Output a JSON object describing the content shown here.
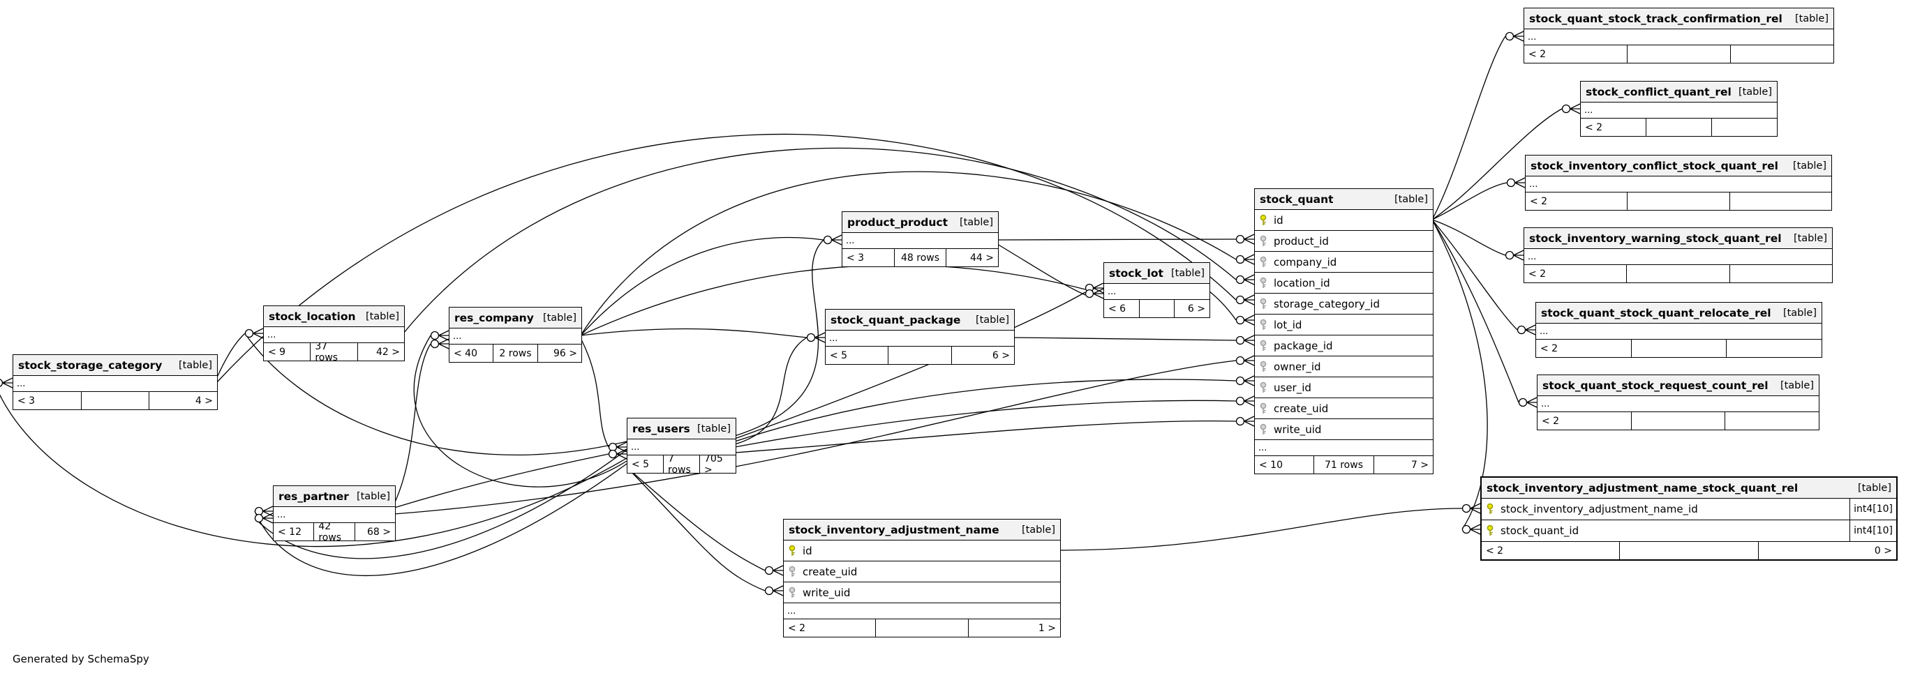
{
  "diagram": {
    "generator_note": "Generated by SchemaSpy",
    "colors": {
      "primary_key": "#e3e300",
      "foreign_key": "#d4d4d4",
      "header_bg": "#f2f2f2",
      "line": "#000000"
    }
  },
  "tables": [
    {
      "name": "stock_storage_category",
      "badge": "[table]",
      "ellipsis": "...",
      "footer": [
        "< 3",
        "",
        "4 >"
      ]
    },
    {
      "name": "stock_location",
      "badge": "[table]",
      "ellipsis": "...",
      "footer": [
        "< 9",
        "37 rows",
        "42 >"
      ]
    },
    {
      "name": "res_company",
      "badge": "[table]",
      "ellipsis": "...",
      "footer": [
        "< 40",
        "2 rows",
        "96 >"
      ]
    },
    {
      "name": "res_users",
      "badge": "[table]",
      "ellipsis": "...",
      "footer": [
        "< 5",
        "7 rows",
        "705 >"
      ]
    },
    {
      "name": "res_partner",
      "badge": "[table]",
      "ellipsis": "...",
      "footer": [
        "< 12",
        "42 rows",
        "68 >"
      ]
    },
    {
      "name": "product_product",
      "badge": "[table]",
      "ellipsis": "...",
      "footer": [
        "< 3",
        "48 rows",
        "44 >"
      ]
    },
    {
      "name": "stock_quant_package",
      "badge": "[table]",
      "ellipsis": "...",
      "footer": [
        "< 5",
        "",
        "6 >"
      ]
    },
    {
      "name": "stock_lot",
      "badge": "[table]",
      "ellipsis": "...",
      "footer": [
        "< 6",
        "",
        "6 >"
      ]
    },
    {
      "name": "stock_quant",
      "badge": "[table]",
      "ellipsis": "...",
      "columns": [
        {
          "name": "id",
          "key": "primary"
        },
        {
          "name": "product_id",
          "key": "foreign"
        },
        {
          "name": "company_id",
          "key": "foreign"
        },
        {
          "name": "location_id",
          "key": "foreign"
        },
        {
          "name": "storage_category_id",
          "key": "foreign"
        },
        {
          "name": "lot_id",
          "key": "foreign"
        },
        {
          "name": "package_id",
          "key": "foreign"
        },
        {
          "name": "owner_id",
          "key": "foreign"
        },
        {
          "name": "user_id",
          "key": "foreign"
        },
        {
          "name": "create_uid",
          "key": "foreign"
        },
        {
          "name": "write_uid",
          "key": "foreign"
        }
      ],
      "footer": [
        "< 10",
        "71 rows",
        "7 >"
      ]
    },
    {
      "name": "stock_quant_stock_track_confirmation_rel",
      "badge": "[table]",
      "ellipsis": "...",
      "footer": [
        "< 2",
        "",
        ""
      ]
    },
    {
      "name": "stock_conflict_quant_rel",
      "badge": "[table]",
      "ellipsis": "...",
      "footer": [
        "< 2",
        "",
        ""
      ]
    },
    {
      "name": "stock_inventory_conflict_stock_quant_rel",
      "badge": "[table]",
      "ellipsis": "...",
      "footer": [
        "< 2",
        "",
        ""
      ]
    },
    {
      "name": "stock_inventory_warning_stock_quant_rel",
      "badge": "[table]",
      "ellipsis": "...",
      "footer": [
        "< 2",
        "",
        ""
      ]
    },
    {
      "name": "stock_quant_stock_quant_relocate_rel",
      "badge": "[table]",
      "ellipsis": "...",
      "footer": [
        "< 2",
        "",
        ""
      ]
    },
    {
      "name": "stock_quant_stock_request_count_rel",
      "badge": "[table]",
      "ellipsis": "...",
      "footer": [
        "< 2",
        "",
        ""
      ]
    },
    {
      "name": "stock_inventory_adjustment_name_stock_quant_rel",
      "badge": "[table]",
      "columns": [
        {
          "name": "stock_inventory_adjustment_name_id",
          "key": "primary",
          "type": "int4[10]"
        },
        {
          "name": "stock_quant_id",
          "key": "primary",
          "type": "int4[10]"
        }
      ],
      "footer": [
        "< 2",
        "",
        "0 >"
      ]
    },
    {
      "name": "stock_inventory_adjustment_name",
      "badge": "[table]",
      "ellipsis": "...",
      "columns": [
        {
          "name": "id",
          "key": "primary"
        },
        {
          "name": "create_uid",
          "key": "foreign"
        },
        {
          "name": "write_uid",
          "key": "foreign"
        }
      ],
      "footer": [
        "< 2",
        "",
        "1 >"
      ]
    }
  ]
}
